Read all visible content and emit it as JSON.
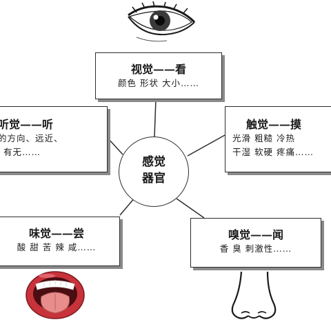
{
  "center": {
    "line1": "感觉",
    "line2": "器官"
  },
  "senses": {
    "sight": {
      "title": "视觉——看",
      "line1": "颜色  形状  大小……"
    },
    "hearing": {
      "title": "听觉——听",
      "line1": "的方向、远近、",
      "line2": "有无……"
    },
    "touch": {
      "title": "触觉——摸",
      "line1": "光滑  粗糙  冷热",
      "line2": "干湿  软硬  疼痛……"
    },
    "taste": {
      "title": "味觉——尝",
      "line1": "酸  甜  苦  辣  咸……"
    },
    "smell": {
      "title": "嗅觉——闻",
      "line1": "香  臭  刺激性……"
    }
  },
  "icons": {
    "eye": "eye-icon",
    "mouth": "mouth-icon",
    "nose": "nose-icon"
  },
  "colors": {
    "line": "#2b2b2b",
    "shadow": "#8a8a8a",
    "lip": "#c8323a",
    "tongue": "#e98c8c"
  }
}
